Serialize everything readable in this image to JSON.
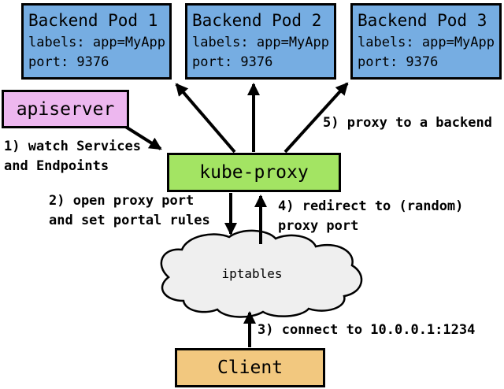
{
  "colors": {
    "pod_fill": "#76ADE2",
    "apiserver_fill": "#EDB7EF",
    "kubeproxy_fill": "#A3E463",
    "client_fill": "#F2C87F",
    "cloud_fill": "#EFEFEF",
    "line": "#000000"
  },
  "pods": [
    {
      "title": "Backend Pod 1",
      "labels_line": "labels: app=MyApp",
      "port_line": "port: 9376"
    },
    {
      "title": "Backend Pod 2",
      "labels_line": "labels: app=MyApp",
      "port_line": "port: 9376"
    },
    {
      "title": "Backend Pod 3",
      "labels_line": "labels: app=MyApp",
      "port_line": "port: 9376"
    }
  ],
  "nodes": {
    "apiserver": "apiserver",
    "kube_proxy": "kube-proxy",
    "iptables": "iptables",
    "client": "Client"
  },
  "annotations": {
    "step1": "1) watch Services\nand Endpoints",
    "step2": "2) open proxy port\nand set portal rules",
    "step3": "3) connect to 10.0.0.1:1234",
    "step4": "4) redirect to (random)\nproxy port",
    "step5": "5) proxy to a backend"
  }
}
